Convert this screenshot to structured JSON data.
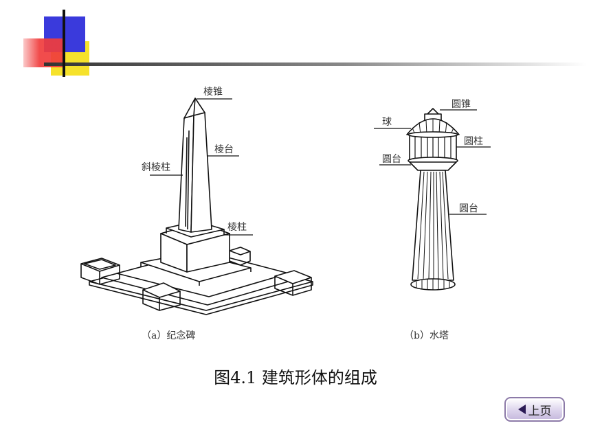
{
  "figure": {
    "monument_labels": {
      "pyramid": "棱锥",
      "frustum": "棱台",
      "oblique_prism": "斜棱柱",
      "prism": "棱柱"
    },
    "tower_labels": {
      "cone": "圆锥",
      "sphere": "球",
      "cylinder": "圆柱",
      "frustum_top": "圆台",
      "frustum_body": "圆台"
    },
    "caption_a": "（a）纪念碑",
    "caption_b": "（b）水塔",
    "title": "图4.1  建筑形体的组成"
  },
  "nav": {
    "prev_label": "上页"
  },
  "colors": {
    "blue": "#3a3adc",
    "red": "#f03c3c",
    "yellow": "#f6e22b",
    "line": "#111111"
  }
}
